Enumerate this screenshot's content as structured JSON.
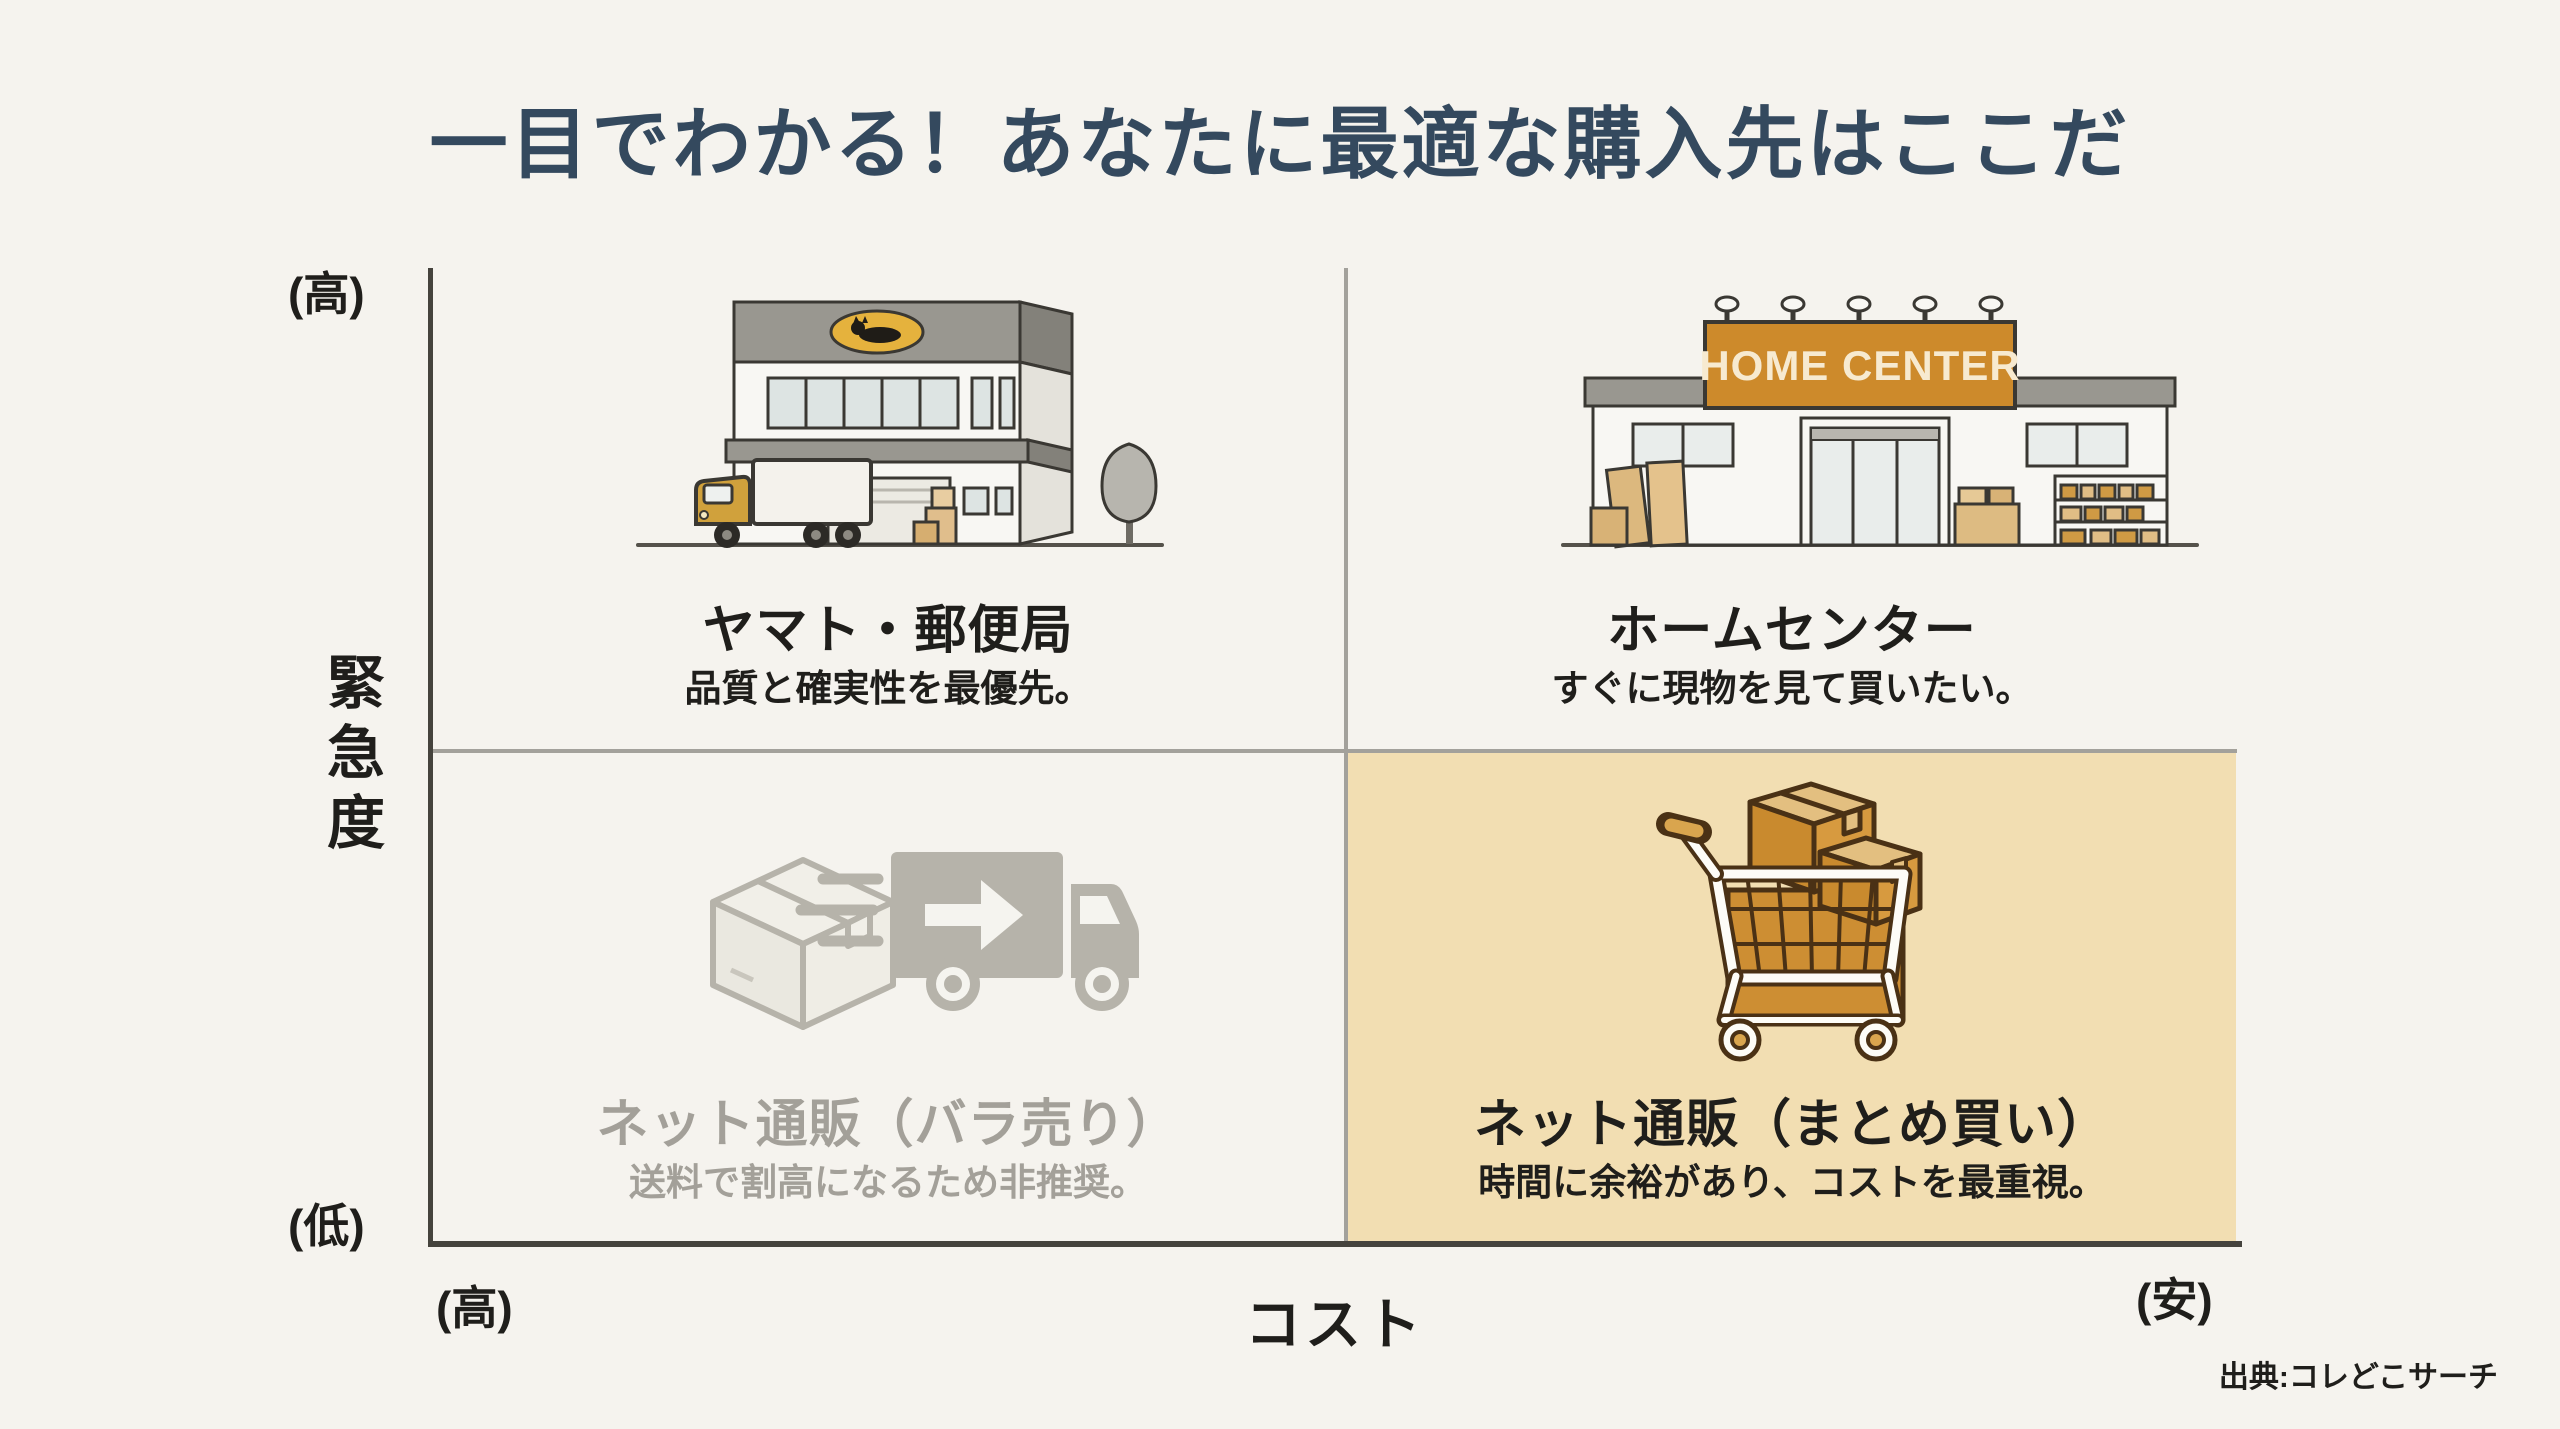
{
  "title": "一目でわかる！あなたに最適な購入先はここだ",
  "source": "出典:コレどこサーチ",
  "axes": {
    "y_label": "緊急度",
    "y_high": "(高)",
    "y_low": "(低)",
    "x_label": "コスト",
    "x_high": "(高)",
    "x_cheap": "(安)"
  },
  "quadrants": {
    "top_left": {
      "title": "ヤマト・郵便局",
      "subtitle": "品質と確実性を最優先。",
      "icon": "yamato-building-icon"
    },
    "top_right": {
      "title": "ホームセンター",
      "subtitle": "すぐに現物を見て買いたい。",
      "icon": "home-center-store-icon"
    },
    "bottom_left": {
      "title": "ネット通販（バラ売り）",
      "subtitle": "送料で割高になるため非推奨。",
      "icon": "parcel-delivery-truck-icon",
      "muted": true
    },
    "bottom_right": {
      "title": "ネット通販（まとめ買い）",
      "subtitle": "時間に余裕があり、コストを最重視。",
      "icon": "shopping-cart-boxes-icon",
      "highlighted": true
    }
  },
  "illustrations": {
    "home_center_sign": "HOME CENTER"
  },
  "colors": {
    "background": "#f5f3ee",
    "title": "#34495e",
    "axis": "#45433d",
    "grid": "#a3a19b",
    "highlight": "#f2deb2",
    "muted_text": "#a3a099",
    "text": "#1f1e1b"
  }
}
